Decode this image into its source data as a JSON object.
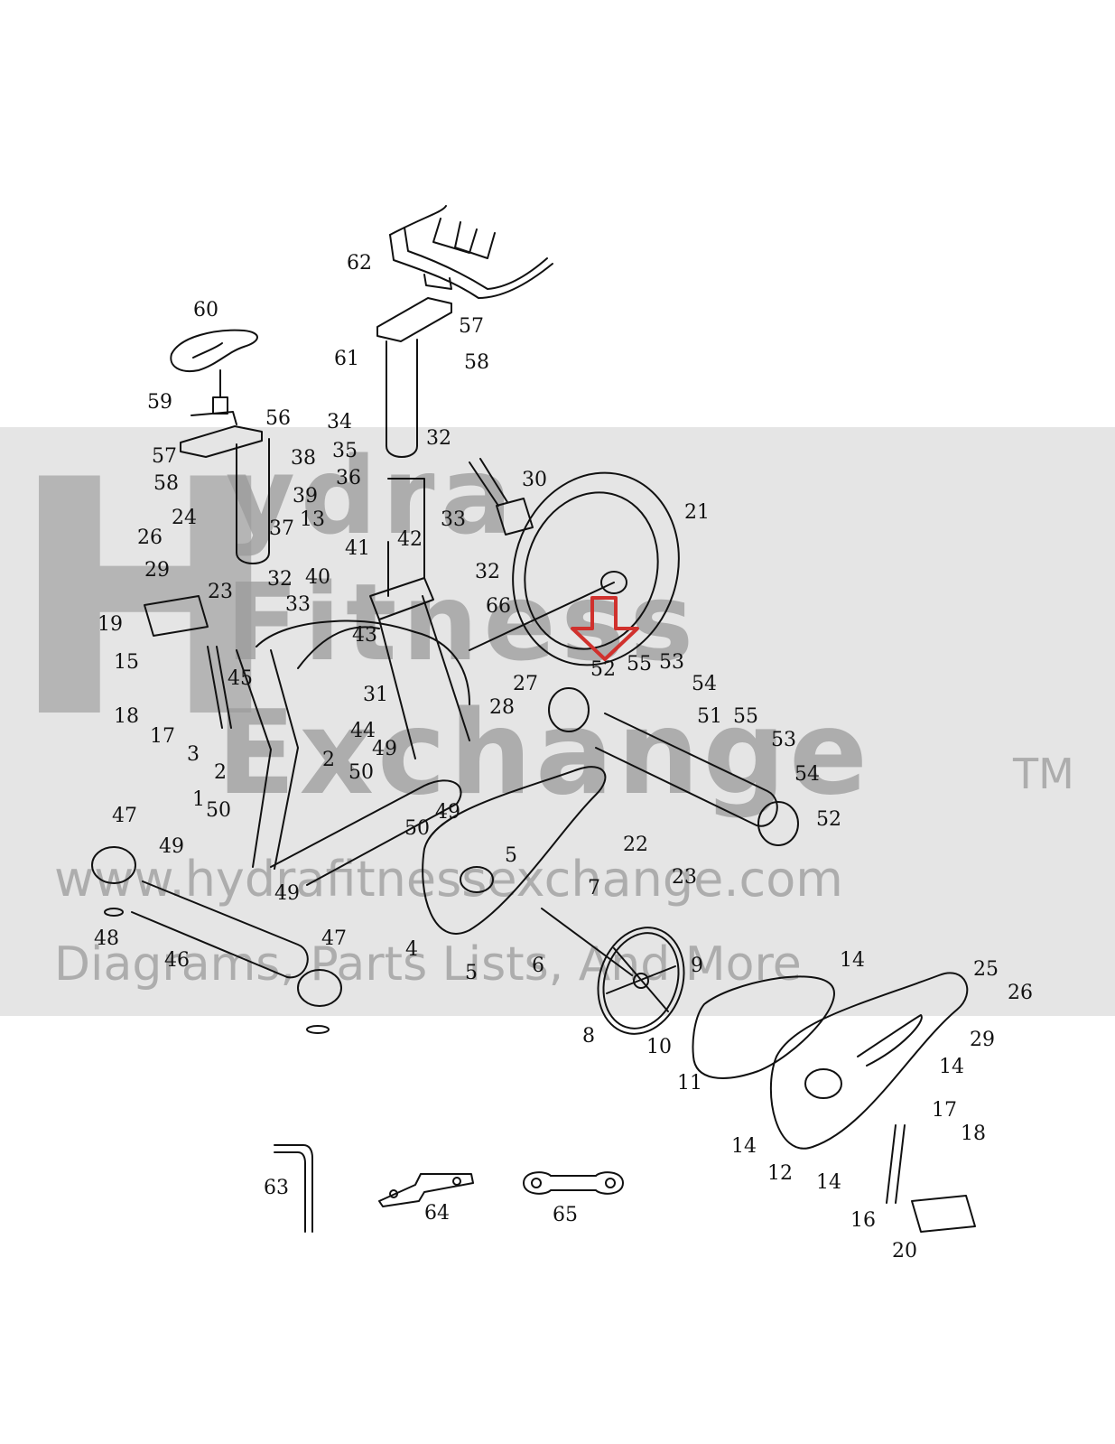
{
  "watermark": {
    "logo_letter": "H",
    "line1": "ydra",
    "line2": "Fitness",
    "line3": "Exchange",
    "tm": "TM",
    "url": "www.hydrafitnessexchange.com",
    "tagline": "Diagrams, Parts Lists, And More"
  },
  "highlight": {
    "color": "#d0312d",
    "target_part": "52"
  },
  "parts": [
    {
      "id": "p62",
      "label": "62"
    },
    {
      "id": "p60",
      "label": "60"
    },
    {
      "id": "p57a",
      "label": "57"
    },
    {
      "id": "p58a",
      "label": "58"
    },
    {
      "id": "p61",
      "label": "61"
    },
    {
      "id": "p59",
      "label": "59"
    },
    {
      "id": "p56",
      "label": "56"
    },
    {
      "id": "p34",
      "label": "34"
    },
    {
      "id": "p32a",
      "label": "32"
    },
    {
      "id": "p57b",
      "label": "57"
    },
    {
      "id": "p38",
      "label": "38"
    },
    {
      "id": "p35",
      "label": "35"
    },
    {
      "id": "p58b",
      "label": "58"
    },
    {
      "id": "p36",
      "label": "36"
    },
    {
      "id": "p30",
      "label": "30"
    },
    {
      "id": "p21",
      "label": "21"
    },
    {
      "id": "p39",
      "label": "39"
    },
    {
      "id": "p33a",
      "label": "33"
    },
    {
      "id": "p26a",
      "label": "26"
    },
    {
      "id": "p24",
      "label": "24"
    },
    {
      "id": "p37",
      "label": "37"
    },
    {
      "id": "p13",
      "label": "13"
    },
    {
      "id": "p41",
      "label": "41"
    },
    {
      "id": "p42",
      "label": "42"
    },
    {
      "id": "p29a",
      "label": "29"
    },
    {
      "id": "p40",
      "label": "40"
    },
    {
      "id": "p32b",
      "label": "32"
    },
    {
      "id": "p32c",
      "label": "32"
    },
    {
      "id": "p23a",
      "label": "23"
    },
    {
      "id": "p66",
      "label": "66"
    },
    {
      "id": "p19",
      "label": "19"
    },
    {
      "id": "p33b",
      "label": "33"
    },
    {
      "id": "p43",
      "label": "43"
    },
    {
      "id": "p15",
      "label": "15"
    },
    {
      "id": "p52a",
      "label": "52"
    },
    {
      "id": "p55a",
      "label": "55"
    },
    {
      "id": "p53a",
      "label": "53"
    },
    {
      "id": "p45",
      "label": "45"
    },
    {
      "id": "p27",
      "label": "27"
    },
    {
      "id": "p54a",
      "label": "54"
    },
    {
      "id": "p31",
      "label": "31"
    },
    {
      "id": "p28",
      "label": "28"
    },
    {
      "id": "p18a",
      "label": "18"
    },
    {
      "id": "p51",
      "label": "51"
    },
    {
      "id": "p55b",
      "label": "55"
    },
    {
      "id": "p44",
      "label": "44"
    },
    {
      "id": "p17a",
      "label": "17"
    },
    {
      "id": "p53b",
      "label": "53"
    },
    {
      "id": "p49a",
      "label": "49"
    },
    {
      "id": "p3",
      "label": "3"
    },
    {
      "id": "p2a",
      "label": "2"
    },
    {
      "id": "p54b",
      "label": "54"
    },
    {
      "id": "p50a",
      "label": "50"
    },
    {
      "id": "p2b",
      "label": "2"
    },
    {
      "id": "p1",
      "label": "1"
    },
    {
      "id": "p49b",
      "label": "49"
    },
    {
      "id": "p50b",
      "label": "50"
    },
    {
      "id": "p47a",
      "label": "47"
    },
    {
      "id": "p52b",
      "label": "52"
    },
    {
      "id": "p50c",
      "label": "50"
    },
    {
      "id": "p22",
      "label": "22"
    },
    {
      "id": "p49c",
      "label": "49"
    },
    {
      "id": "p5a",
      "label": "5"
    },
    {
      "id": "p23b",
      "label": "23"
    },
    {
      "id": "p49d",
      "label": "49"
    },
    {
      "id": "p7",
      "label": "7"
    },
    {
      "id": "p48",
      "label": "48"
    },
    {
      "id": "p47b",
      "label": "47"
    },
    {
      "id": "p4",
      "label": "4"
    },
    {
      "id": "p46",
      "label": "46"
    },
    {
      "id": "p6",
      "label": "6"
    },
    {
      "id": "p5b",
      "label": "5"
    },
    {
      "id": "p14a",
      "label": "14"
    },
    {
      "id": "p9",
      "label": "9"
    },
    {
      "id": "p25",
      "label": "25"
    },
    {
      "id": "p26b",
      "label": "26"
    },
    {
      "id": "p8",
      "label": "8"
    },
    {
      "id": "p10",
      "label": "10"
    },
    {
      "id": "p29b",
      "label": "29"
    },
    {
      "id": "p14b",
      "label": "14"
    },
    {
      "id": "p11",
      "label": "11"
    },
    {
      "id": "p17b",
      "label": "17"
    },
    {
      "id": "p18b",
      "label": "18"
    },
    {
      "id": "p14c",
      "label": "14"
    },
    {
      "id": "p12",
      "label": "12"
    },
    {
      "id": "p14d",
      "label": "14"
    },
    {
      "id": "p63",
      "label": "63"
    },
    {
      "id": "p64",
      "label": "64"
    },
    {
      "id": "p65",
      "label": "65"
    },
    {
      "id": "p16",
      "label": "16"
    },
    {
      "id": "p20",
      "label": "20"
    }
  ]
}
